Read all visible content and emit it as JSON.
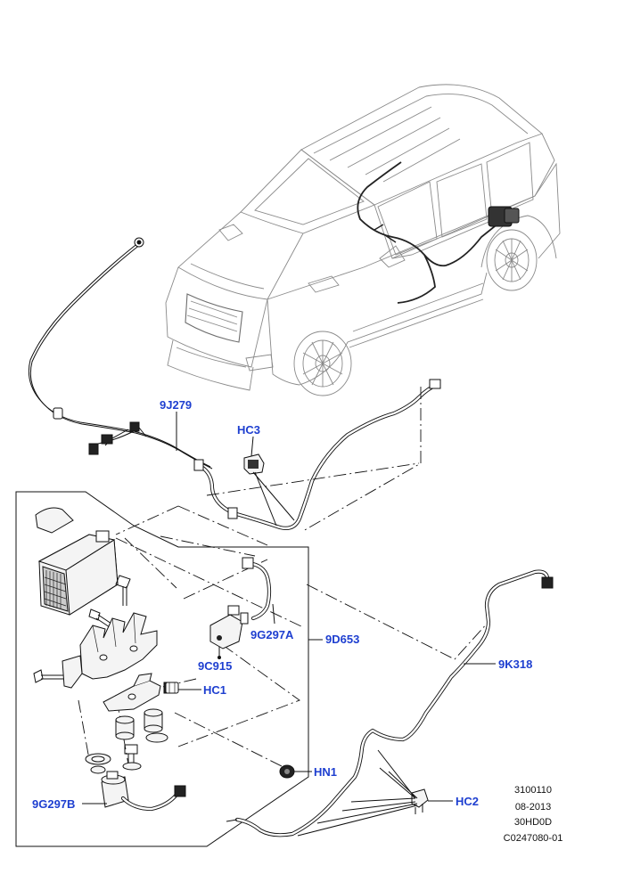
{
  "diagram": {
    "callouts": {
      "c_9J279": "9J279",
      "c_HC3": "HC3",
      "c_9G297A": "9G297A",
      "c_9D653": "9D653",
      "c_9C915": "9C915",
      "c_HC1": "HC1",
      "c_9K318": "9K318",
      "c_HN1": "HN1",
      "c_9G297B": "9G297B",
      "c_HC2": "HC2"
    },
    "reference_block": {
      "line1": "3100110",
      "line2": "08-2013",
      "line3": "30HD0D",
      "line4": "C0247080-01"
    },
    "colors": {
      "callout_text": "#1e3fd0",
      "line_art": "#111111",
      "vehicle_outline": "#8a8a8a"
    }
  }
}
